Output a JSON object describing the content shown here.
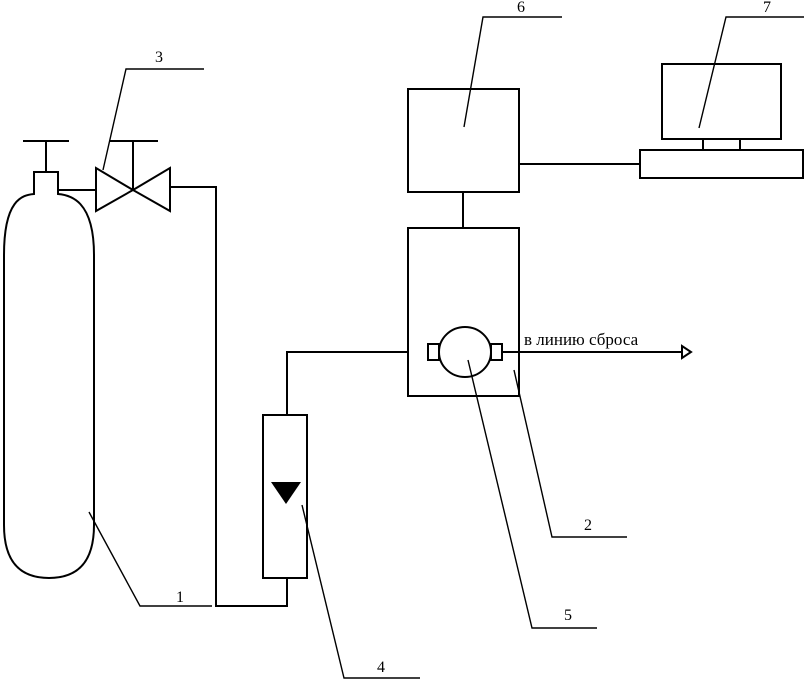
{
  "labels": {
    "cylinder": "1",
    "chamber": "2",
    "valve": "3",
    "flowmeter": "4",
    "sensor": "5",
    "block": "6",
    "computer": "7"
  },
  "discharge_note": "в линию сброса"
}
